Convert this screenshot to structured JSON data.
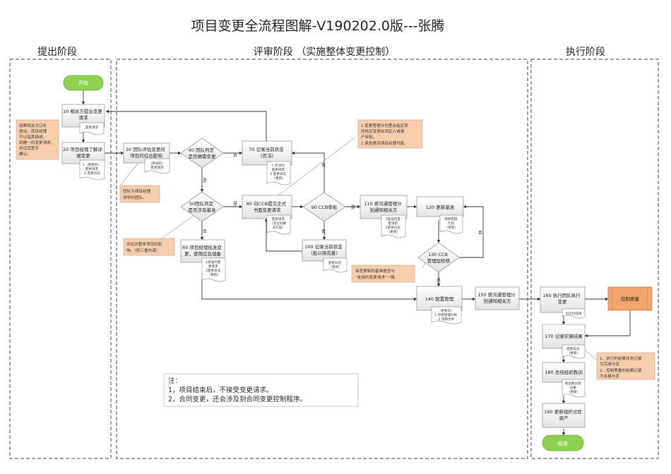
{
  "title": "项目变更全流程图解-V190202.0版---张腾",
  "lanes": {
    "propose": "提出阶段",
    "review": "评审阶段 （实施整体变更控制）",
    "execute": "执行阶段"
  },
  "terminals": {
    "start": "开始",
    "end": "结束"
  },
  "steps": {
    "s10": [
      "10 相关方提出变更",
      "请求"
    ],
    "s20": [
      "20 项目经理了解详",
      "细变更"
    ],
    "s30": [
      "30 团队评估变更对",
      "项目的综合影响"
    ],
    "s40": [
      "40 团队判定",
      "是否确需变更"
    ],
    "s50": [
      "50团队判定",
      "是否涉及基准"
    ],
    "s60": [
      "60 项目经理批准变",
      "更，使用应急储备"
    ],
    "s70": [
      "70 记录当前状态",
      "（否决）"
    ],
    "s80": [
      "80 向CCB提交正式",
      "书面变更请求"
    ],
    "s90": [
      "90 CCB审批"
    ],
    "s100": [
      "100 记录当前状态",
      "（批以待完善）"
    ],
    "s110": [
      "110 按沟通管理计",
      "划通知相关方"
    ],
    "s120": [
      "120 更新基准"
    ],
    "s130": [
      "130  CCB",
      "管理层校核"
    ],
    "s140": [
      "140 配置管理"
    ],
    "s150": [
      "150 按沟通管理计",
      "划通知相关方"
    ],
    "s160": [
      "160  执行团队执行",
      "变更"
    ],
    "s170": [
      "170 记录实施结果"
    ],
    "s180": [
      "180 总结经验教训"
    ],
    "s190": [
      "190 更新组织过程",
      "资产"
    ],
    "control": [
      "控制质量"
    ]
  },
  "docs": {
    "d10": [
      "变更请求"
    ],
    "d20": [
      "1（变更的）",
      "变更请求",
      "2 变更日志"
    ],
    "d30": [
      "（评估的）",
      "变更请求"
    ],
    "d60": [
      "1批准的变",
      "更请求",
      "2变更日志",
      "（更新）"
    ],
    "d70": [
      "1.否决的",
      "变更请求",
      "2.变更日志",
      "（更新）"
    ],
    "d80": [
      "变更请求",
      "（含主动解",
      "决方案）"
    ],
    "d100": [
      "变更日志",
      "（更新）"
    ],
    "d110": [
      "1批准的变",
      "更请求",
      "2变更日志",
      "（更新）"
    ],
    "d120": [
      "项目管理",
      "计划",
      "（更新）"
    ],
    "d140": [
      "（更新的）",
      "1.项目管理计划",
      "2.项目文件"
    ],
    "d160": [
      "可交付成果"
    ],
    "d170": [
      "变更日志",
      "（更新）"
    ],
    "d180": [
      "经验教训登",
      "记册",
      "（更新）"
    ]
  },
  "notes": {
    "n10": [
      "如果相关方口头",
      "提出，项目经理",
      "可以指其描述，",
      "刻建一份变更请求，",
      "并征其签字",
      "确认。"
    ],
    "n30": [
      "团队为项目经理",
      "领导的团队。"
    ],
    "n50": [
      "评估对整体项目的影",
      "响。（即三重约束）"
    ],
    "n90": [
      "1.变更管理计划里会指定某",
      "些特定变更由发起人或客",
      "户审批。",
      "2.紧急情况项目经理可批。"
    ],
    "n130": [
      "审查更新的基准是否与",
      "“批准的变更请求”一致"
    ],
    "n170": [
      "1、执行的结果状态记录",
      "为完成与否",
      "2、控制质量的结果记录",
      "为合格与否"
    ]
  },
  "labels": {
    "yes": "是",
    "no": "否"
  },
  "legend": {
    "heading": "注：",
    "items": [
      "1，项目结束后，不接受变更请求。",
      "2，合同变更，还会涉及到合同变更控制程序。"
    ]
  }
}
